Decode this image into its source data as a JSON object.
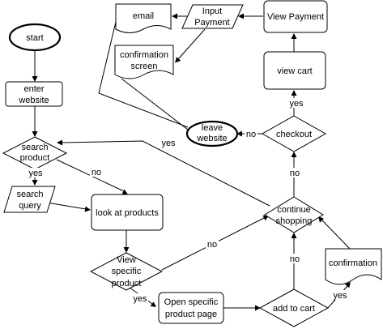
{
  "nodes": {
    "start": "start",
    "enter_website": [
      "enter",
      "website"
    ],
    "search_product": [
      "search",
      "product"
    ],
    "search_query": [
      "search",
      "query"
    ],
    "look_at_products": "look at products",
    "view_specific_product": [
      "View",
      "specific",
      "product"
    ],
    "open_product_page": [
      "Open specific",
      "product page"
    ],
    "add_to_cart": "add to cart",
    "confirmation_doc": "confirmation",
    "continue_shopping": [
      "continue",
      "shopping"
    ],
    "checkout": "checkout",
    "leave_website": [
      "leave",
      "website"
    ],
    "view_cart": "view cart",
    "view_payment": "View Payment",
    "input_payment": [
      "Input",
      "Payment"
    ],
    "email": "email",
    "confirmation_screen": [
      "confirmation",
      "screen"
    ]
  },
  "edge_labels": {
    "yes": "yes",
    "no": "no"
  }
}
